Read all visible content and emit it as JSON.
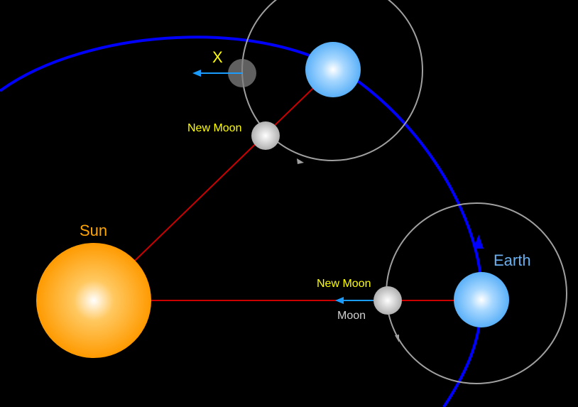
{
  "labels": {
    "sun": "Sun",
    "earth": "Earth",
    "new_moon_top": "New Moon",
    "new_moon_bottom": "New Moon",
    "moon": "Moon",
    "x_marker": "X"
  },
  "colors": {
    "background": "#000000",
    "earth_orbit": "#0000ff",
    "moon_orbit": "#a0a0a0",
    "sun_line": "#cc0000",
    "motion_arrow": "#1a9cff",
    "label_yellow": "#ffff00",
    "label_sun": "#ffa500",
    "label_earth": "#6ab0f0",
    "label_moon": "#d0d0d0"
  }
}
